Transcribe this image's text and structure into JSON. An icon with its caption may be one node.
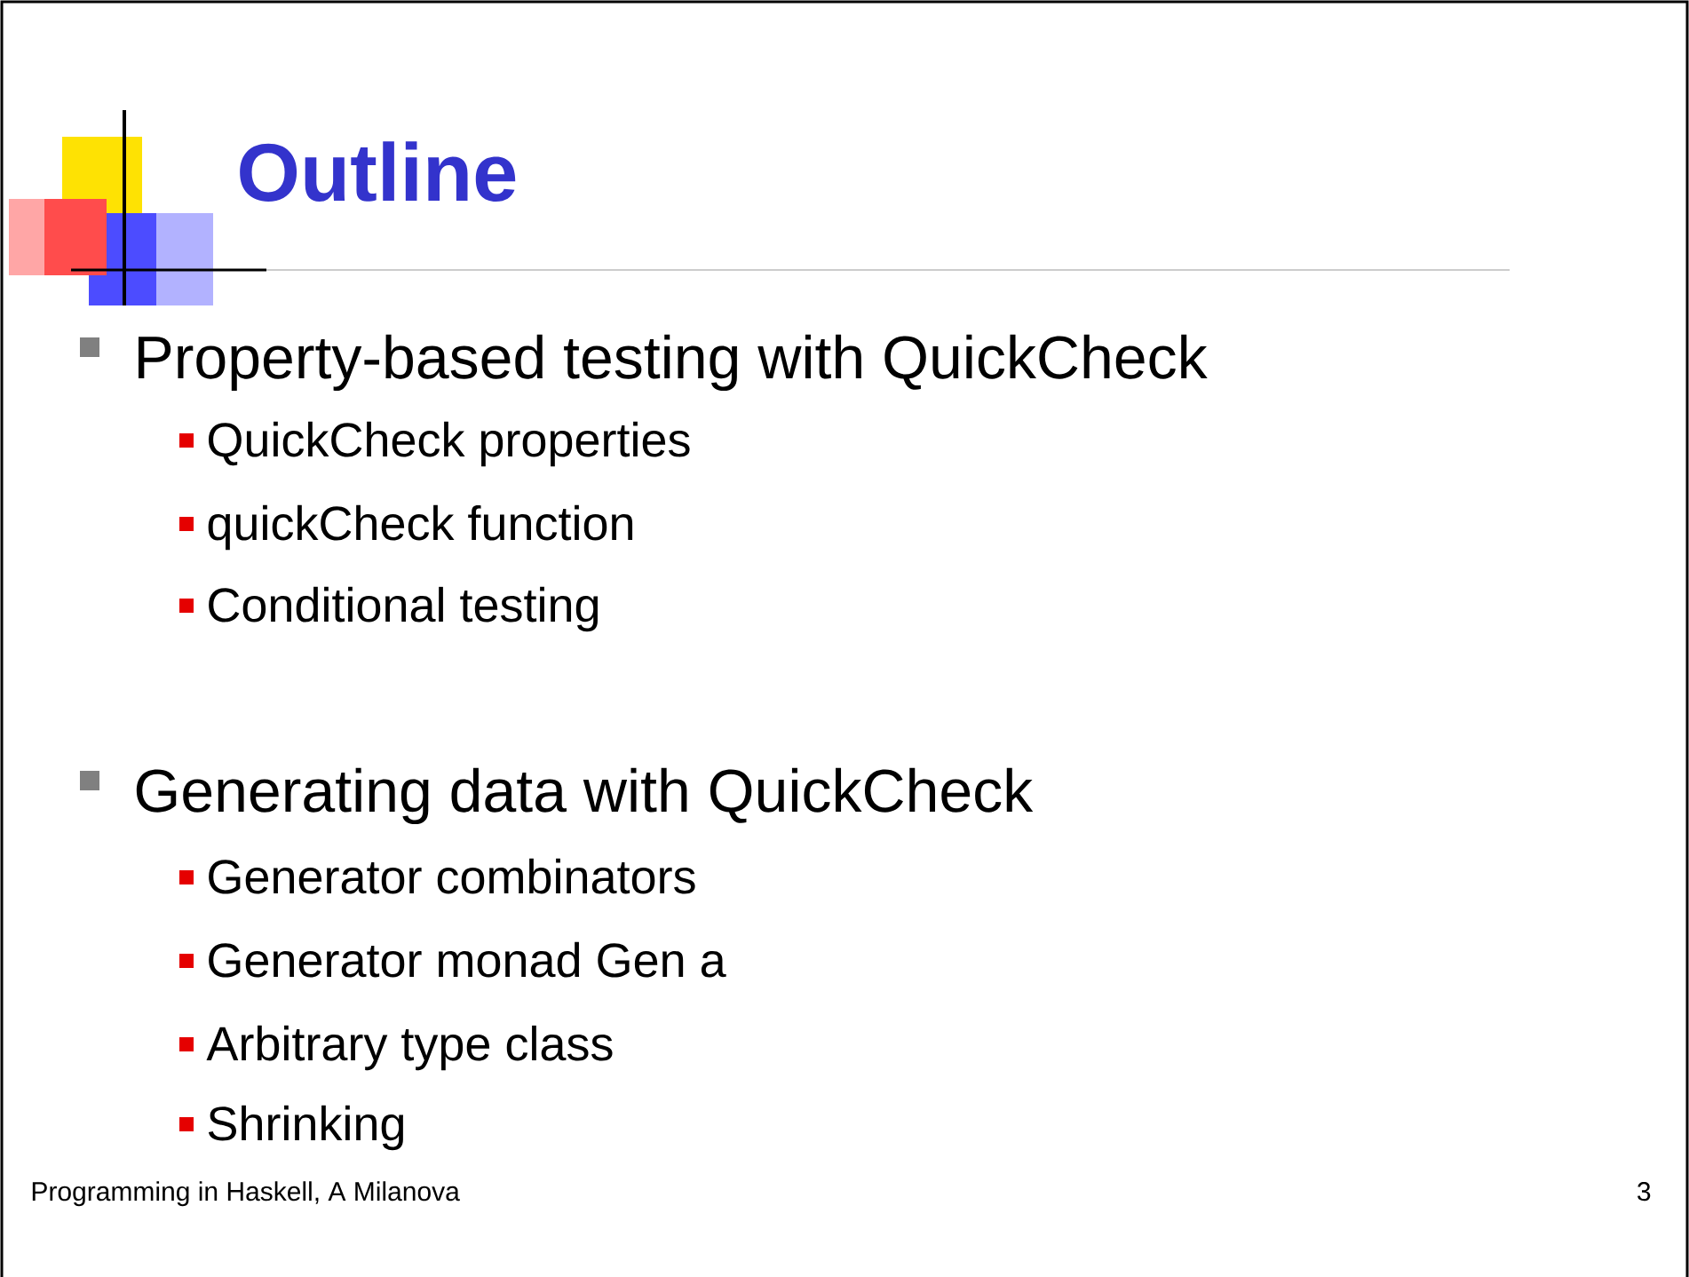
{
  "diagram": {
    "title": "Outline",
    "labels": [
      "Property-based testing with QuickCheck",
      "QuickCheck properties",
      "quickCheck function",
      "Conditional testing",
      "Generating data with QuickCheck",
      "Generator combinators",
      "Generator monad Gen a",
      "Arbitrary type class",
      "Shrinking",
      "Programming in Haskell, A Milanova",
      "3"
    ]
  }
}
